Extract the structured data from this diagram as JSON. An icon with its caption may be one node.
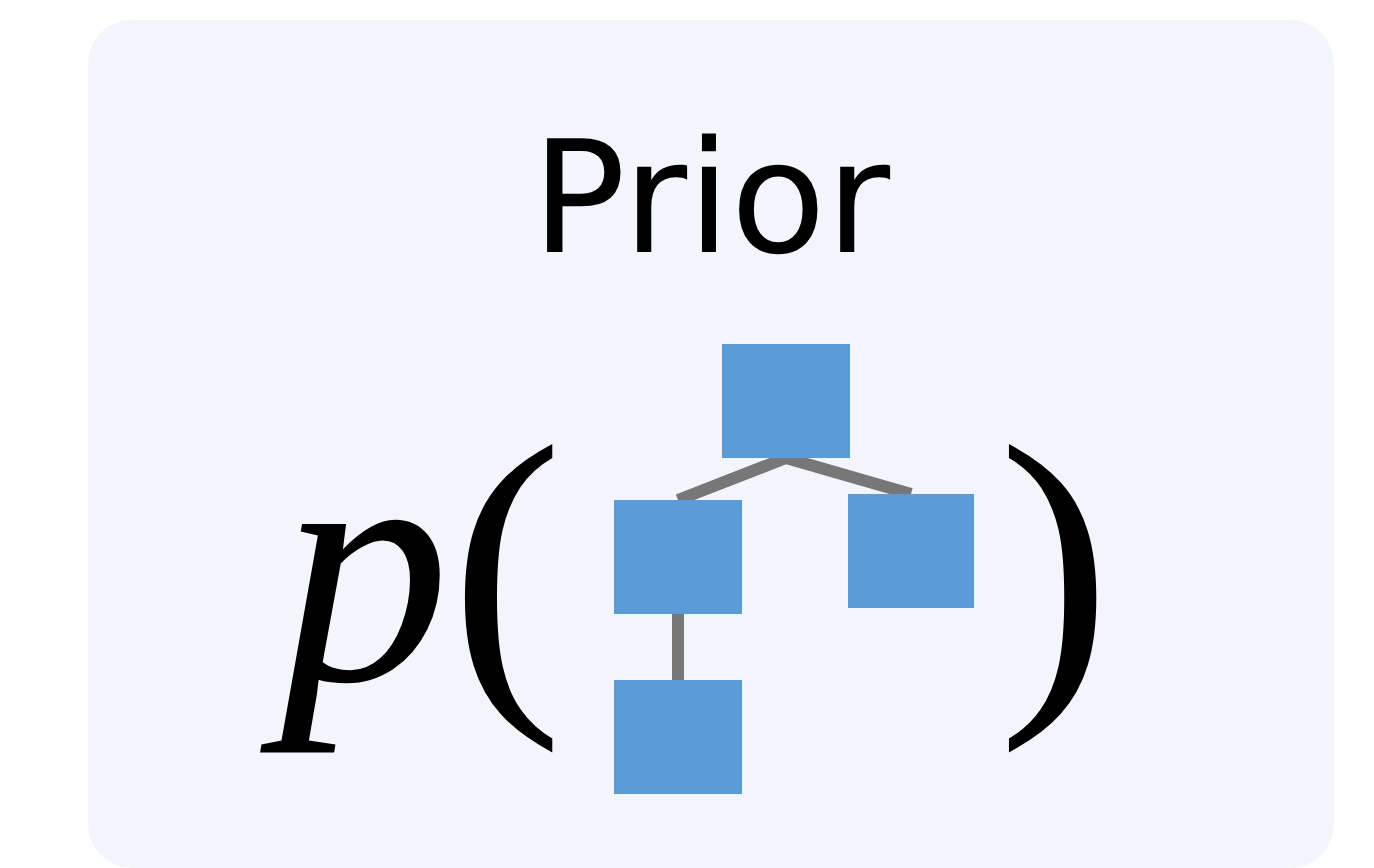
{
  "diagram": {
    "nodes": [
      {
        "text": [
          "Prior"
        ]
      },
      {
        "text": [],
        "shape": "box",
        "in": 0
      },
      {
        "text": [],
        "shape": "box",
        "in": 0
      },
      {
        "text": [],
        "shape": "box",
        "in": 0
      },
      {
        "text": [],
        "shape": "box",
        "in": 0
      }
    ],
    "edges": [
      {
        "from": 1,
        "to": 2,
        "arrow": "none"
      },
      {
        "from": 1,
        "to": 3,
        "arrow": "none"
      },
      {
        "from": 2,
        "to": 4,
        "arrow": "none"
      }
    ],
    "labels": [
      "p(",
      ")"
    ]
  }
}
